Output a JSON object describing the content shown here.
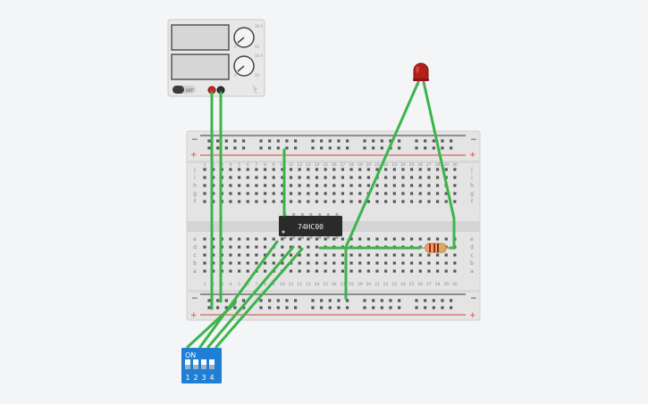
{
  "power_supply": {
    "off_label": "OFF",
    "dial1_max": "30 V",
    "dial1_min": "0",
    "dial1_right": "5V",
    "dial2_max": "10 A",
    "dial2_min": "0",
    "dial2_right": "5A"
  },
  "breadboard": {
    "rail_minus": "−",
    "rail_plus": "+",
    "columns": [
      "1",
      "2",
      "3",
      "4",
      "5",
      "6",
      "7",
      "8",
      "9",
      "10",
      "11",
      "12",
      "13",
      "14",
      "15",
      "16",
      "17",
      "18",
      "19",
      "20",
      "21",
      "22",
      "23",
      "24",
      "25",
      "26",
      "27",
      "28",
      "29",
      "30"
    ],
    "rows_top": [
      "j",
      "i",
      "h",
      "g",
      "f"
    ],
    "rows_bottom": [
      "e",
      "d",
      "c",
      "b",
      "a"
    ]
  },
  "chip": {
    "label": "74HC00"
  },
  "dip_switch": {
    "on_label": "ON",
    "numbers": [
      "1",
      "2",
      "3",
      "4"
    ]
  },
  "colors": {
    "wire": "#3cb44b",
    "board": "#e6e6e6",
    "rail_red": "#d6453d",
    "rail_dark": "#333333",
    "dip_blue": "#1e7fd4",
    "chip": "#2a2a2a",
    "led_red": "#b3201a"
  }
}
